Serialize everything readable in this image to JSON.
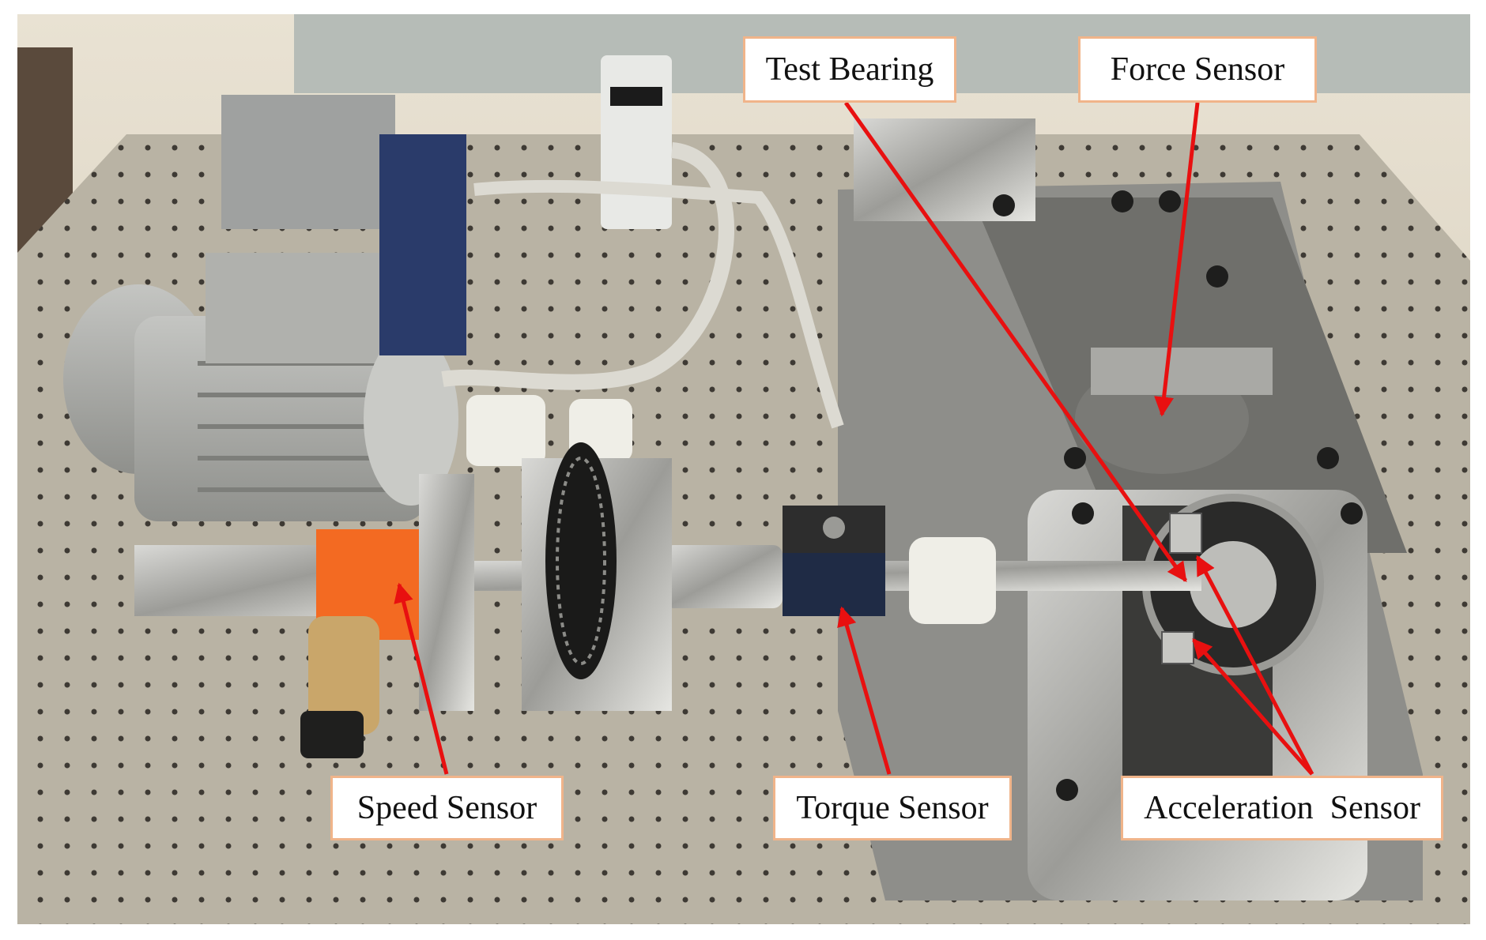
{
  "labels": {
    "test_bearing": "Test Bearing",
    "force_sensor": "Force Sensor",
    "speed_sensor": "Speed Sensor",
    "torque_sensor": "Torque Sensor",
    "acceleration_sensor": "Acceleration  Sensor"
  },
  "colors": {
    "arrow": "#e81010",
    "label_border": "#f0b48a",
    "label_background": "#ffffff",
    "table_surface": "#b9b3a4",
    "motor_gray": "#a9aaa7",
    "speed_sensor_orange": "#f36a22",
    "torque_sensor_blue": "#1f2b45"
  }
}
